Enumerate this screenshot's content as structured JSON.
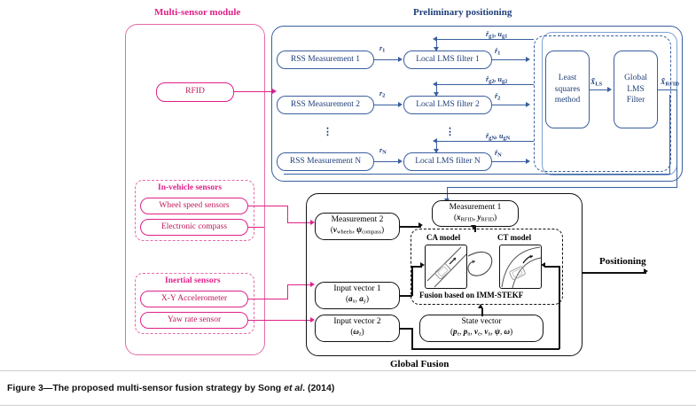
{
  "figure": {
    "caption_prefix": "Figure 3—",
    "caption_text": "The proposed multi-sensor fusion strategy by Song ",
    "caption_italic": "et al",
    "caption_suffix": ". (2014)"
  },
  "sections": {
    "multi_sensor": {
      "title": "Multi-sensor module",
      "color": "#e0218a"
    },
    "preliminary": {
      "title": "Preliminary positioning",
      "color": "#1f3f7a"
    },
    "global_fusion": {
      "title": "Global Fusion",
      "color": "#000000"
    }
  },
  "multi_sensor_module": {
    "rfid": "RFID",
    "in_vehicle": {
      "title": "In-vehicle sensors",
      "items": [
        "Wheel speed sensors",
        "Electronic compass"
      ]
    },
    "inertial": {
      "title": "Inertial sensors",
      "items": [
        "X-Y Accelerometer",
        "Yaw rate sensor"
      ]
    }
  },
  "preliminary_positioning": {
    "measurements": [
      "RSS Measurement 1",
      "RSS Measurement 2",
      "RSS Measurement N"
    ],
    "filters": [
      "Local LMS filter 1",
      "Local LMS filter 2",
      "Local LMS filter N"
    ],
    "input_signals": [
      "r1",
      "r2",
      "rN"
    ],
    "feedback_signals": [
      "rg1, ug1",
      "rg2, ug2",
      "rgN, ugN"
    ],
    "filter_outputs": [
      "r1",
      "r2",
      "rN"
    ],
    "least_squares": {
      "line1": "Least",
      "line2": "squares",
      "line3": "method"
    },
    "global_lms": {
      "line1": "Global",
      "line2": "LMS",
      "line3": "Filter"
    },
    "ls_output": "XLS",
    "rfid_output": "XRFID",
    "vertical_dots": "⋮"
  },
  "global_fusion": {
    "measurement1": {
      "line1": "Measurement 1",
      "line2": "(xRFID, yRFID)"
    },
    "measurement2": {
      "line1": "Measurement 2",
      "line2": "(vwheels, ψcompass)"
    },
    "input_vector1": {
      "line1": "Input vector 1",
      "line2": "(ax, ay)"
    },
    "input_vector2": {
      "line1": "Input vector 2",
      "line2": "(ωz)"
    },
    "state_vector": {
      "line1": "State vector",
      "line2": "(pe, pn, ve, vn, ψ, ω)"
    },
    "ca_model": "CA model",
    "ct_model": "CT model",
    "fusion_label": "Fusion based on IMM-STEKF",
    "output_label": "Positioning"
  }
}
